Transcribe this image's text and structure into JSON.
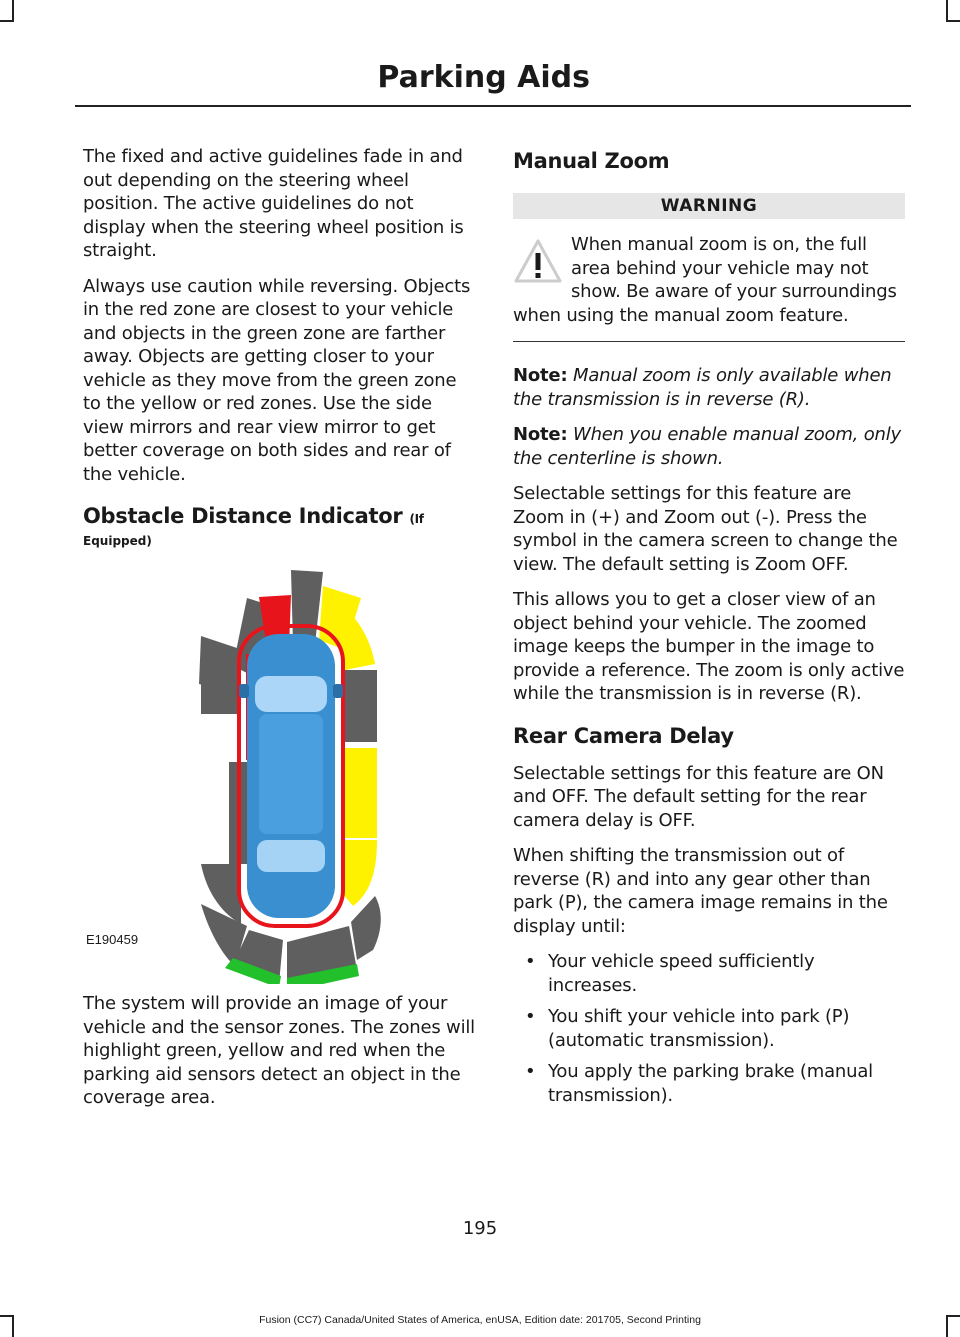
{
  "header": {
    "title": "Parking Aids"
  },
  "left": {
    "p1": "The fixed and active guidelines fade in and out depending on the steering wheel position. The active guidelines do not display when the steering wheel position is straight.",
    "p2": "Always use caution while reversing. Objects in the red zone are closest to your vehicle and objects in the green zone are farther away. Objects are getting closer to your vehicle as they move from the green zone to the yellow or red zones. Use the side view mirrors and rear view mirror to get better coverage on both sides and rear of the vehicle.",
    "h_obstacle": "Obstacle Distance Indicator",
    "h_obstacle_suffix": "(If",
    "h_obstacle_equipped": "Equipped)",
    "figure_id": "E190459",
    "p3": "The system will provide an image of your vehicle and the sensor zones. The zones will highlight green, yellow and red when the parking aid sensors detect an object in the coverage area."
  },
  "right": {
    "h_manual_zoom": "Manual Zoom",
    "warning_label": "WARNING",
    "warning_text": "When manual zoom is on, the full area behind your vehicle may not show. Be aware of your surroundings when using the manual zoom feature.",
    "note1_label": "Note:",
    "note1_text": "Manual zoom is only available when the transmission is in reverse (R).",
    "note2_label": "Note:",
    "note2_text": "When you enable manual zoom, only the centerline is shown.",
    "p1": "Selectable settings for this feature are Zoom in (+) and Zoom out (-). Press the symbol in the camera screen to change the view. The default setting is Zoom OFF.",
    "p2": "This allows you to get a closer view of an object behind your vehicle. The zoomed image keeps the bumper in the image to provide a reference. The zoom is only active while the transmission is in reverse (R).",
    "h_rear_delay": "Rear Camera Delay",
    "p3": "Selectable settings for this feature are ON and OFF. The default setting for the rear camera delay is OFF.",
    "p4": "When shifting the transmission out of reverse (R) and into any gear other than park (P), the camera image remains in the display until:",
    "bullets": [
      "Your vehicle speed sufficiently increases.",
      "You shift your vehicle into park (P) (automatic transmission).",
      "You apply the parking brake (manual transmission)."
    ]
  },
  "page_number": "195",
  "footer": "Fusion (CC7) Canada/United States of America, enUSA, Edition date: 201705, Second Printing",
  "colors": {
    "red_zone": "#e8141c",
    "yellow_zone": "#fff200",
    "green_zone": "#22c02a",
    "grey_zone": "#5f5f5f",
    "car_blue": "#3a8fd0"
  }
}
